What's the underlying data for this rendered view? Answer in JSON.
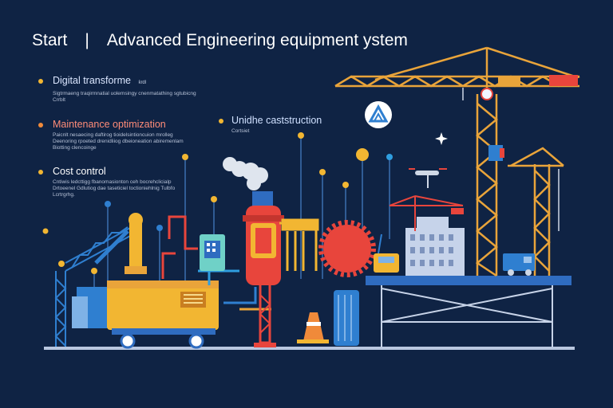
{
  "header": {
    "left": "Start",
    "separator": "|",
    "title": "Advanced Engineering equipment ystem"
  },
  "callouts": [
    {
      "title": "Digital transforme",
      "tag": "ƙrdl",
      "desc": [
        "Sigtrmaeng traqirmnatial uolemsingy cnenmatathing sgtubicng",
        "Crrblt"
      ]
    },
    {
      "title": "Maintenance optimization",
      "desc": [
        "Paicnlt nesaecing daftirog tioidelsintioncuion mrolleg",
        "Deenoring rpoeted drenidliiog dbeioneation abiremenlam",
        "Biotting clencoinge"
      ]
    },
    {
      "title": "Cost control",
      "desc": [
        "Cntiwis ledcttigg fbanomasionton ceh bocrehclicialp",
        "Drtoeenel Gdlutiog dae taseticiel toctioniehlnig Tulbfo",
        "Lcrtrgrhg."
      ]
    },
    {
      "title": "Unidhe caststruction",
      "desc": [
        "Cortsiet"
      ]
    }
  ],
  "colors": {
    "background": "#0f2344",
    "crane_yellow": "#e9a43a",
    "accent_orange": "#f2b632",
    "accent_red": "#e8453c",
    "blue": "#2f7fd0",
    "platform": "#2f6cc0"
  },
  "icons": [
    "logo-badge-icon",
    "crane-icon",
    "robot-arm-icon",
    "generator-icon",
    "reactor-icon",
    "gear-icon",
    "smokestack-icon",
    "traffic-cone-icon",
    "truck-icon",
    "building-icon",
    "drone-icon",
    "sparkle-icon"
  ]
}
